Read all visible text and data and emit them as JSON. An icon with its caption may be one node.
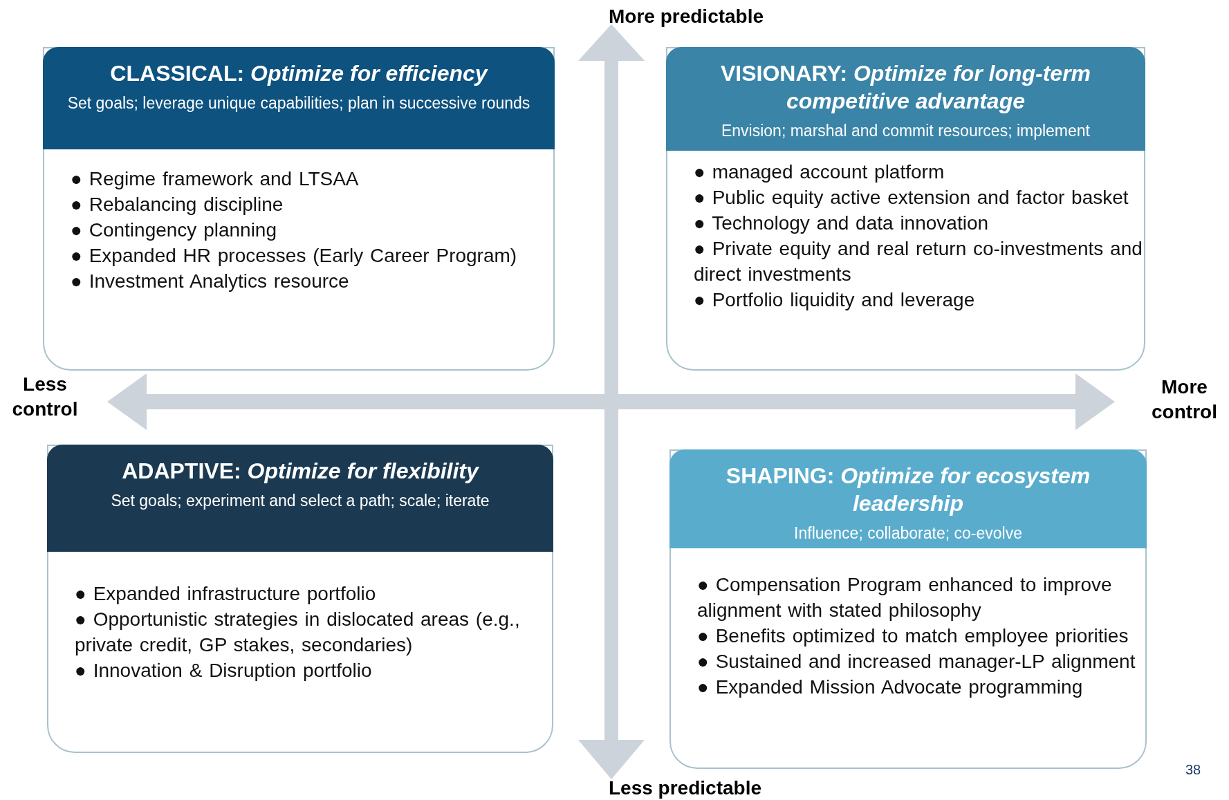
{
  "diagram": {
    "nodes": [
      {
        "text": [
          "CLASSICAL: *Optimize for efficiency*",
          "Set goals; leverage unique capabilities; plan in successive rounds",
          "● Regime framework and LTSAA",
          "● Rebalancing discipline",
          "● Contingency planning",
          "● Expanded HR processes (Early Career Program)",
          "● Investment Analytics resource"
        ]
      },
      {
        "text": [
          "VISIONARY: *Optimize for long-term competitive advantage*",
          "Envision; marshal and commit resources; implement",
          "● managed account platform",
          "● Public equity active extension and factor basket",
          "● Technology and data innovation",
          "● Private equity and real return co-investments and direct investments",
          "● Portfolio liquidity and leverage"
        ]
      },
      {
        "text": [
          "ADAPTIVE: *Optimize for flexibility*",
          "Set goals; experiment and select a path; scale; iterate",
          "● Expanded infrastructure portfolio",
          "● Opportunistic strategies in dislocated areas (e.g., private credit, GP stakes, secondaries)",
          "● Innovation & Disruption portfolio"
        ]
      },
      {
        "text": [
          "SHAPING: *Optimize for ecosystem leadership*",
          "Influence; collaborate; co-evolve",
          "● Compensation Program enhanced to improve alignment with stated philosophy",
          "● Benefits optimized to match employee priorities",
          "● Sustained and increased manager-LP alignment",
          "● Expanded Mission Advocate programming"
        ]
      }
    ],
    "labels": [
      "More predictable",
      "Less control",
      "More control",
      "Less predictable",
      "38"
    ]
  }
}
